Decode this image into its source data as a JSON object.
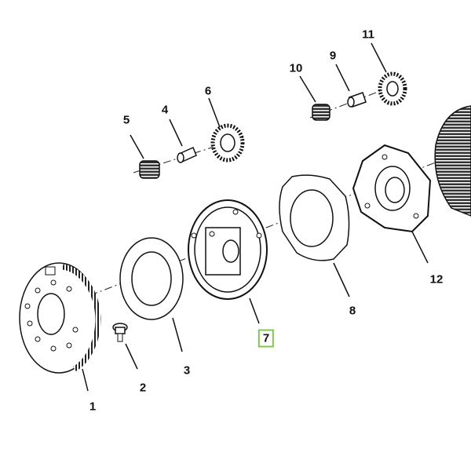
{
  "diagram": {
    "callouts": {
      "p1": "1",
      "p2": "2",
      "p3": "3",
      "p4": "4",
      "p5": "5",
      "p6": "6",
      "p7": "7",
      "p8": "8",
      "p9": "9",
      "p10": "10",
      "p11": "11",
      "p12": "12"
    },
    "highlight_part": "7",
    "highlight_color": "#7ec850",
    "line_color": "#111111"
  }
}
